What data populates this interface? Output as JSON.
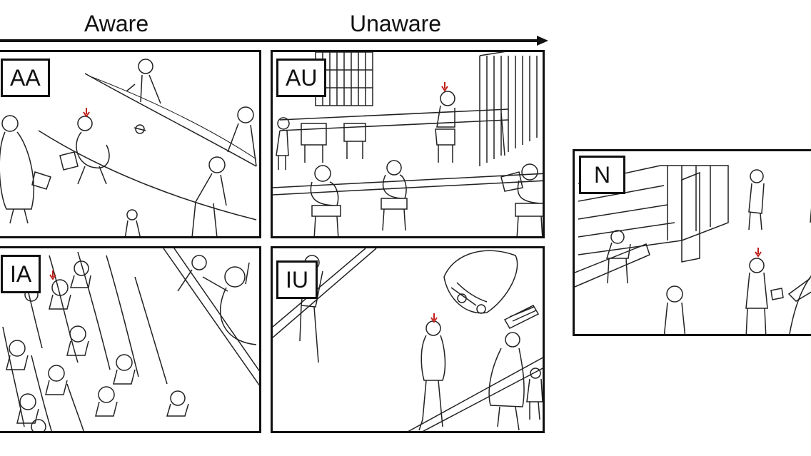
{
  "header": {
    "aware_label": "Aware",
    "unaware_label": "Unaware"
  },
  "panels": {
    "aa": {
      "label": "AA",
      "scene": "park-path-figures"
    },
    "au": {
      "label": "AU",
      "scene": "library-reading-tables"
    },
    "ia": {
      "label": "IA",
      "scene": "overhead-seated-crowd"
    },
    "iu": {
      "label": "IU",
      "scene": "street-sidewalk-pedestrians"
    },
    "n": {
      "label": "N",
      "scene": "library-shelves-handoff"
    }
  },
  "colors": {
    "ink": "#111111",
    "marker": "#c0201a"
  }
}
